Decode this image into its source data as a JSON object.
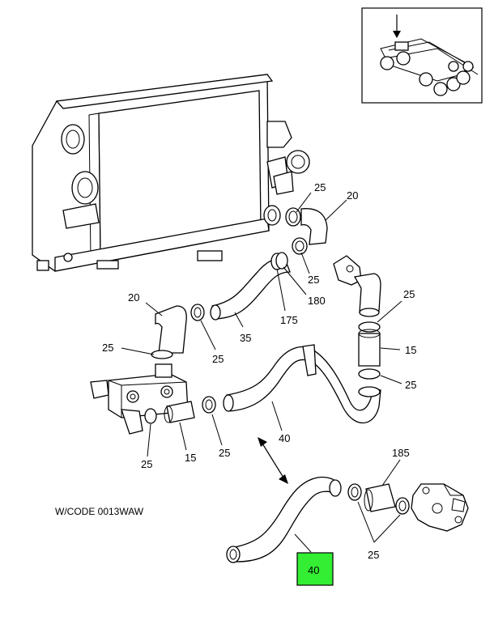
{
  "diagram": {
    "note": "W/CODE 0013WAW",
    "highlight_color": "#33ee33",
    "callouts": {
      "c25_a": "25",
      "c20_a": "20",
      "c25_b": "25",
      "c180": "180",
      "c175": "175",
      "c20_b": "20",
      "c25_c": "25",
      "c35": "35",
      "c25_d": "25",
      "c25_e": "25",
      "c15_a": "15",
      "c25_f": "25",
      "c40_a": "40",
      "c25_g": "25",
      "c15_b": "15",
      "c25_h": "25",
      "c185": "185",
      "c25_i": "25",
      "c40_highlight": "40"
    }
  }
}
